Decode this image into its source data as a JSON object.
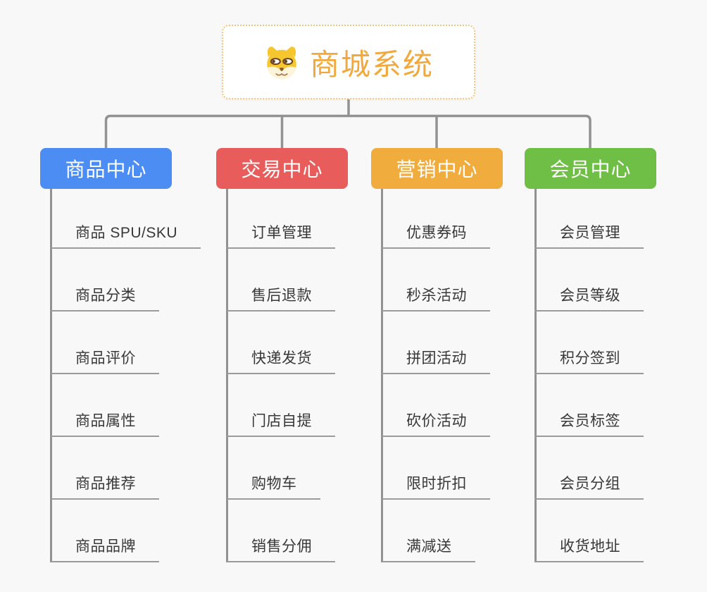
{
  "root": {
    "title": "商城系统",
    "icon": "shiba-dog-icon"
  },
  "colors": {
    "connector": "#929292",
    "underline": "#9b9b9b",
    "root_text": "#f1a83c",
    "root_border": "#f5c57a",
    "item_text": "#383838"
  },
  "branches": [
    {
      "label": "商品中心",
      "color": "#4b8df2",
      "items": [
        "商品 SPU/SKU",
        "商品分类",
        "商品评价",
        "商品属性",
        "商品推荐",
        "商品品牌"
      ]
    },
    {
      "label": "交易中心",
      "color": "#e85d5c",
      "items": [
        "订单管理",
        "售后退款",
        "快递发货",
        "门店自提",
        "购物车",
        "销售分佣"
      ]
    },
    {
      "label": "营销中心",
      "color": "#f0ac3d",
      "items": [
        "优惠券码",
        "秒杀活动",
        "拼团活动",
        "砍价活动",
        "限时折扣",
        "满减送"
      ]
    },
    {
      "label": "会员中心",
      "color": "#6fbe45",
      "items": [
        "会员管理",
        "会员等级",
        "积分签到",
        "会员标签",
        "会员分组",
        "收货地址"
      ]
    }
  ]
}
